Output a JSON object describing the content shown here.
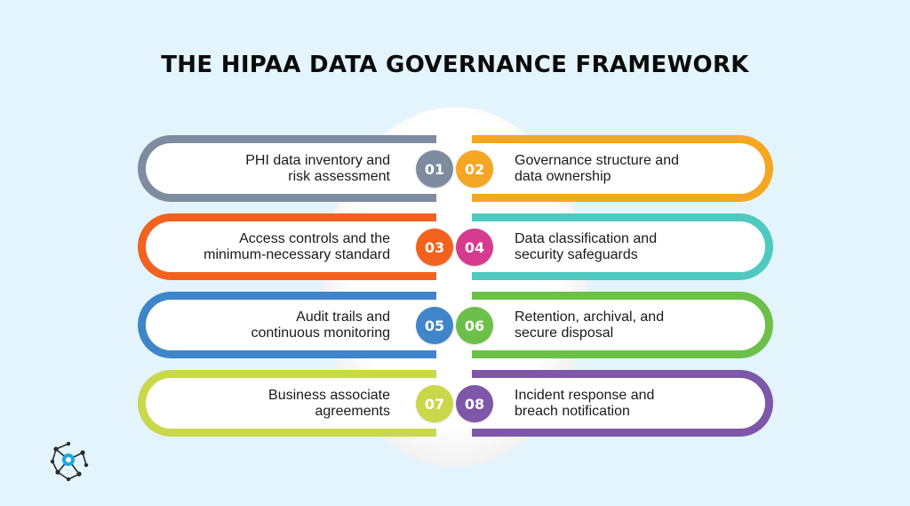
{
  "title": "THE HIPAA DATA GOVERNANCE FRAMEWORK",
  "items": [
    {
      "num": "01",
      "text": "PHI data inventory and\nrisk assessment",
      "color": "#7d8c9e",
      "side": "left"
    },
    {
      "num": "02",
      "text": "Governance structure and\ndata ownership",
      "color": "#f5a623",
      "side": "right"
    },
    {
      "num": "03",
      "text": "Access controls and the\nminimum-necessary standard",
      "color": "#f2621e",
      "side": "left"
    },
    {
      "num": "04",
      "text": "Data classification and\nsecurity safeguards",
      "color": "#d63a8f",
      "side": "right",
      "barColor": "#4fc9bf"
    },
    {
      "num": "05",
      "text": "Audit trails and\ncontinuous monitoring",
      "color": "#3e86c9",
      "side": "left"
    },
    {
      "num": "06",
      "text": "Retention, archival, and\nsecure disposal",
      "color": "#6cc04a",
      "side": "right"
    },
    {
      "num": "07",
      "text": "Business associate\nagreements",
      "color": "#c8d84a",
      "side": "left"
    },
    {
      "num": "08",
      "text": "Incident response and\nbreach notification",
      "color": "#7e57a8",
      "side": "right"
    }
  ],
  "logo": {
    "icon": "network-node-logo-icon",
    "accent": "#1aa8e0"
  }
}
